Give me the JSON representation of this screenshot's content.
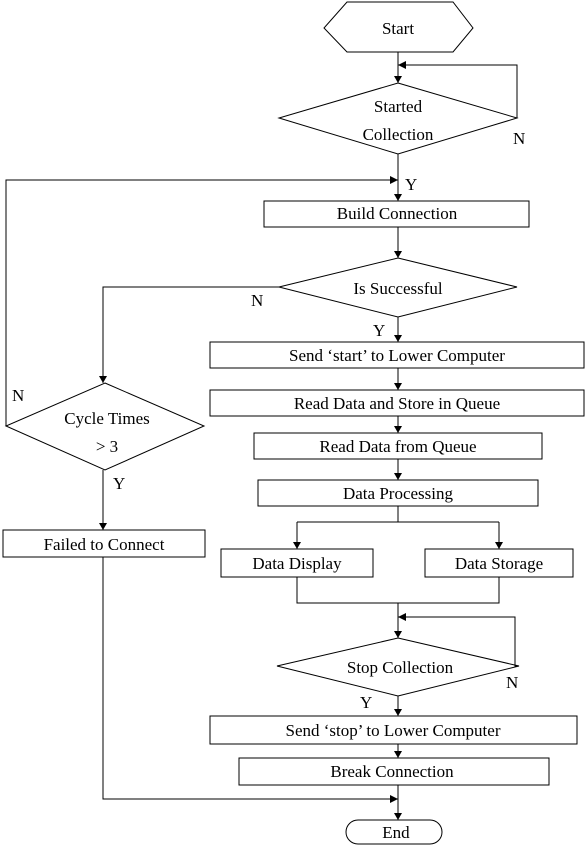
{
  "nodes": {
    "start": "Start",
    "started_collection_1": "Started",
    "started_collection_2": "Collection",
    "build_connection": "Build Connection",
    "is_successful": "Is Successful",
    "send_start": "Send ‘start’ to Lower Computer",
    "read_store_queue": "Read Data and Store in Queue",
    "read_from_queue": "Read Data from Queue",
    "data_processing": "Data Processing",
    "data_display": "Data Display",
    "data_storage": "Data Storage",
    "stop_collection": "Stop Collection",
    "send_stop": "Send ‘stop’ to Lower Computer",
    "break_connection": "Break Connection",
    "cycle_times_1": "Cycle Times",
    "cycle_times_2": "> 3",
    "failed_to_connect": "Failed to Connect",
    "end": "End"
  },
  "branch_labels": {
    "started_no": "N",
    "started_yes": "Y",
    "success_no": "N",
    "success_yes": "Y",
    "cycle_no": "N",
    "cycle_yes": "Y",
    "stop_no": "N",
    "stop_yes": "Y"
  }
}
